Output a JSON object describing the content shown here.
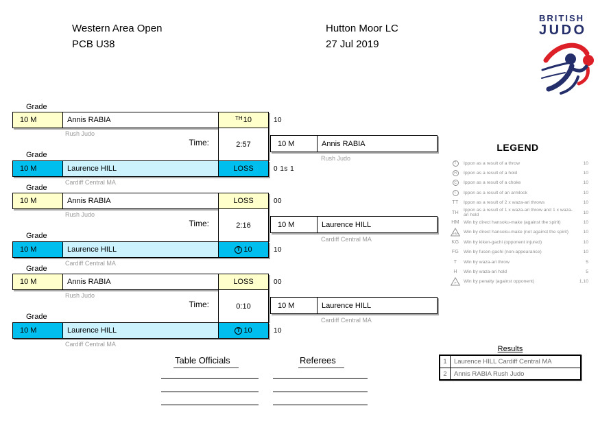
{
  "header": {
    "event_title": "Western Area Open",
    "category": "PCB U38",
    "venue": "Hutton Moor LC",
    "date": "27 Jul 2019",
    "logo_line1": "BRITISH",
    "logo_line2": "JUDO"
  },
  "labels": {
    "grade": "Grade",
    "time": "Time:"
  },
  "colors": {
    "yellow": "#FFFFCC",
    "cyan": "#00BFEF",
    "light_cyan": "#CCF2FD",
    "navy": "#232E6B",
    "red": "#DD2028"
  },
  "brackets": [
    {
      "top": {
        "grade": "10 M",
        "name": "Annis RABIA",
        "club": "Rush Judo",
        "score_prefix": "TH",
        "score_value": "10",
        "outer_score": "10"
      },
      "time": "2:57",
      "bottom": {
        "grade": "10 M",
        "name": "Laurence HILL",
        "club": "Cardiff Central MA",
        "score": "LOSS",
        "outer_score": "0 1s 1"
      },
      "winner": {
        "grade": "10 M",
        "name": "Annis RABIA",
        "club": "Rush Judo"
      }
    },
    {
      "top": {
        "grade": "10 M",
        "name": "Annis RABIA",
        "club": "Rush Judo",
        "score": "LOSS",
        "outer_score": "00"
      },
      "time": "2:16",
      "bottom": {
        "grade": "10 M",
        "name": "Laurence HILL",
        "club": "Cardiff Central MA",
        "score_circle": "T",
        "score_value": "10",
        "outer_score": "10"
      },
      "winner": {
        "grade": "10 M",
        "name": "Laurence HILL",
        "club": "Cardiff Central MA"
      }
    },
    {
      "top": {
        "grade": "10 M",
        "name": "Annis RABIA",
        "club": "Rush Judo",
        "score": "LOSS",
        "outer_score": "00"
      },
      "time": "0:10",
      "bottom": {
        "grade": "10 M",
        "name": "Laurence HILL",
        "club": "Cardiff Central MA",
        "score_circle": "T",
        "score_value": "10",
        "outer_score": "10"
      },
      "winner": {
        "grade": "10 M",
        "name": "Laurence HILL",
        "club": "Cardiff Central MA"
      }
    }
  ],
  "legend": {
    "title": "LEGEND",
    "rows": [
      {
        "symbol": "circle",
        "code": "T",
        "text": "Ippon as a result of a throw",
        "value": "10"
      },
      {
        "symbol": "circle",
        "code": "H",
        "text": "Ippon as a result of a hold",
        "value": "10"
      },
      {
        "symbol": "circle",
        "code": "C",
        "text": "Ippon as a result of a choke",
        "value": "10"
      },
      {
        "symbol": "circle",
        "code": "L",
        "text": "Ippon as a result of an armlock",
        "value": "10"
      },
      {
        "symbol": "text",
        "code": "TT",
        "text": "Ippon as a result of 2 x waza-ari throws",
        "value": "10"
      },
      {
        "symbol": "text",
        "code": "TH",
        "text": "Ippon as a result of 1 x waza-ari throw and 1 x waza-ari hold",
        "value": "10"
      },
      {
        "symbol": "text",
        "code": "HM",
        "text": "Win by direct hansoku-make (against the spirit)",
        "value": "10"
      },
      {
        "symbol": "triangle",
        "code": "HM",
        "text": "Win by direct hansoku-make (not against the spirit)",
        "value": "10"
      },
      {
        "symbol": "text",
        "code": "KG",
        "text": "Win by kiken-gachi (opponent injured)",
        "value": "10"
      },
      {
        "symbol": "text",
        "code": "FG",
        "text": "Win by fusen-gachi (non-appearance)",
        "value": "10"
      },
      {
        "symbol": "text",
        "code": "T",
        "text": "Win by waza-ari throw",
        "value": "5"
      },
      {
        "symbol": "text",
        "code": "H",
        "text": "Win by waza-ari hold",
        "value": "5"
      },
      {
        "symbol": "triangle",
        "code": "P",
        "text": "Win by penalty (against opponent)",
        "value": "1,10"
      }
    ]
  },
  "results": {
    "title": "Results",
    "rows": [
      {
        "rank": "1",
        "entry": "Laurence HILL Cardiff Central MA"
      },
      {
        "rank": "2",
        "entry": "Annis RABIA Rush Judo"
      }
    ]
  },
  "signatures": {
    "table_officials": "Table Officials",
    "referees": "Referees"
  }
}
